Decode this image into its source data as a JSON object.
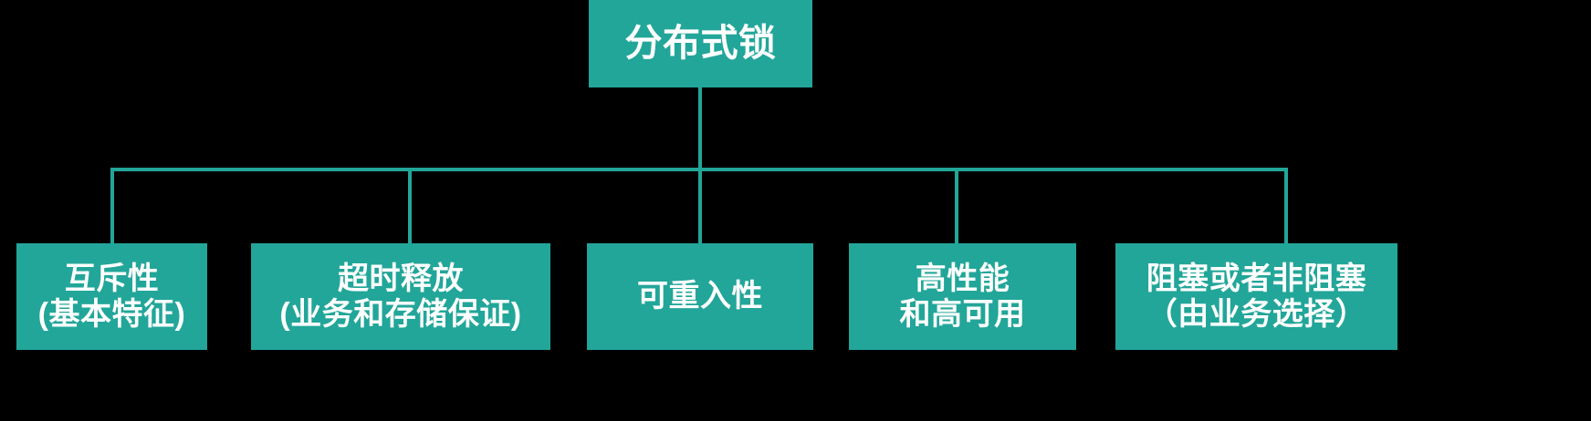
{
  "diagram": {
    "type": "tree",
    "title": "分布式锁",
    "orientation": "top-down",
    "colors": {
      "background": "#000000",
      "node_fill": "#22a699",
      "node_text": "#ffffff",
      "connector": "#22a699"
    },
    "root": {
      "label": "分布式锁"
    },
    "children": [
      {
        "id": "mutual-exclusion",
        "line1": "互斥性",
        "line2": "(基本特征)"
      },
      {
        "id": "timeout-release",
        "line1": "超时释放",
        "line2": "(业务和存储保证)"
      },
      {
        "id": "reentrancy",
        "line1": "可重入性",
        "line2": ""
      },
      {
        "id": "high-performance",
        "line1": "高性能",
        "line2": "和高可用"
      },
      {
        "id": "blocking-or-nonblocking",
        "line1": "阻塞或者非阻塞",
        "line2": "（由业务选择）"
      }
    ]
  }
}
